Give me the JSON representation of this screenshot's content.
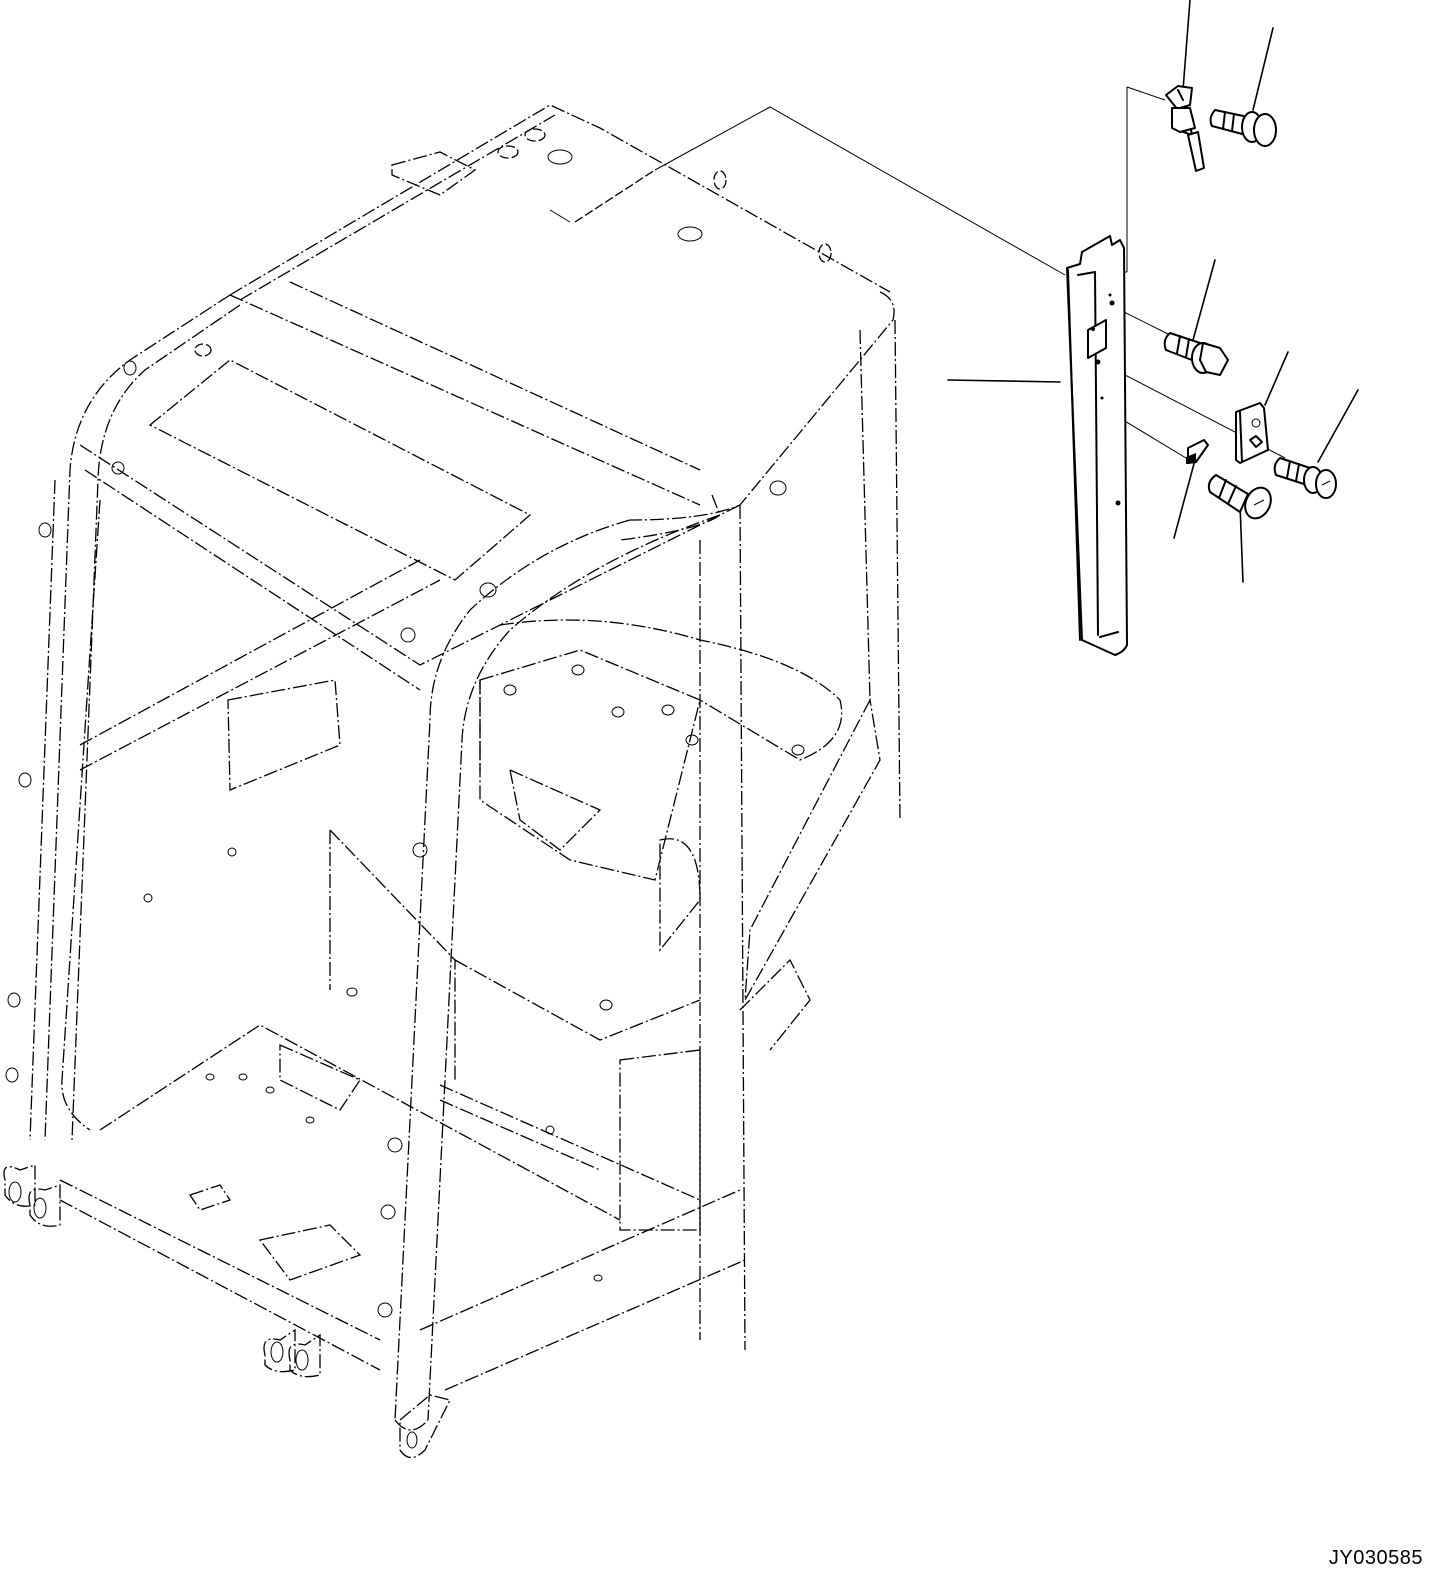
{
  "diagram": {
    "type": "exploded-parts-view",
    "subject": "operator cab frame with front pillar cover and fasteners",
    "drawing_id": "JY030585",
    "colors": {
      "line": "#000000",
      "background": "#ffffff"
    },
    "parts": [
      {
        "id": "cab-frame",
        "label": "Cab frame (ROPS structure)",
        "style": "dash-dot phantom"
      },
      {
        "id": "pillar-cover",
        "label": "Pillar cover"
      },
      {
        "id": "latch-clip",
        "label": "Latch / clip"
      },
      {
        "id": "bolt-washer-top",
        "label": "Bolt with washer (top)"
      },
      {
        "id": "hex-flange-bolt",
        "label": "Hex flange bolt"
      },
      {
        "id": "bracket-plate",
        "label": "Bracket plate"
      },
      {
        "id": "bolt-washer-right",
        "label": "Bolt with washer (right)"
      },
      {
        "id": "small-clip",
        "label": "Small clip"
      },
      {
        "id": "round-head-screw",
        "label": "Round head screw"
      }
    ],
    "callouts": 9
  }
}
